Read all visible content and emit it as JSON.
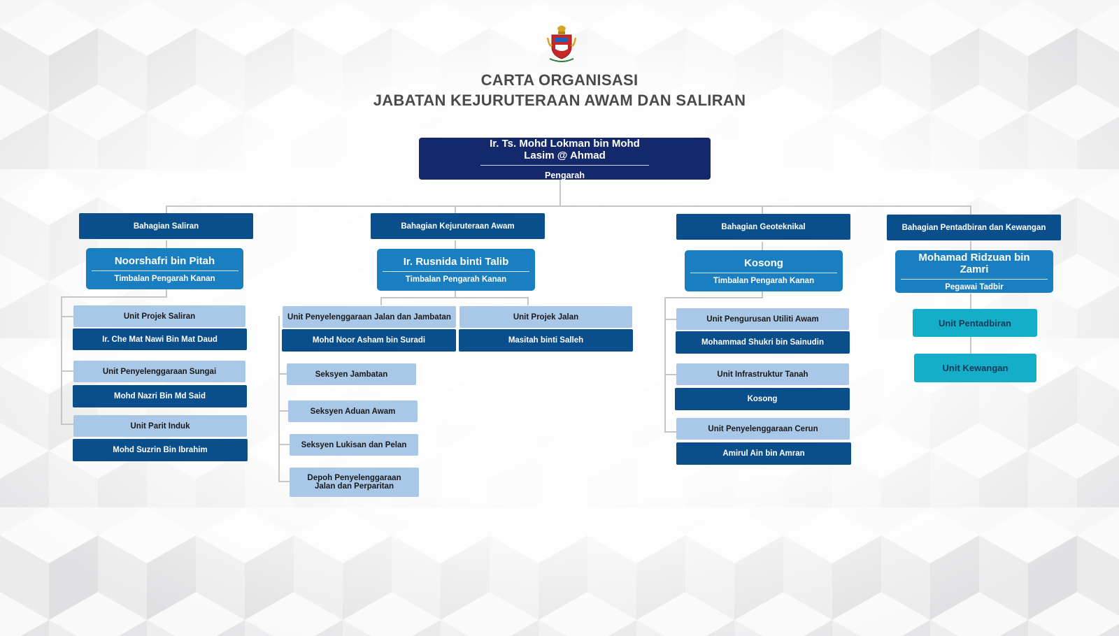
{
  "title": {
    "line1": "CARTA ORGANISASI",
    "line2": "JABATAN KEJURUTERAAN AWAM DAN SALIRAN"
  },
  "director": {
    "name": "Ir. Ts. Mohd Lokman bin Mohd Lasim @ Ahmad",
    "role": "Pengarah"
  },
  "divisions": {
    "saliran": {
      "label": "Bahagian Saliran",
      "head_name": "Noorshafri bin Pitah",
      "head_role": "Timbalan Pengarah Kanan",
      "units": [
        {
          "unit": "Unit Projek Saliran",
          "officer": "Ir. Che Mat Nawi Bin Mat Daud"
        },
        {
          "unit": "Unit Penyelenggaraan Sungai",
          "officer": "Mohd Nazri Bin Md Said"
        },
        {
          "unit": "Unit Parit Induk",
          "officer": "Mohd Suzrin Bin Ibrahim"
        }
      ]
    },
    "awam": {
      "label": "Bahagian Kejuruteraan Awam",
      "head_name": "Ir. Rusnida binti Talib",
      "head_role": "Timbalan Pengarah Kanan",
      "units": [
        {
          "unit": "Unit Penyelenggaraan Jalan dan Jambatan",
          "officer": "Mohd Noor Asham bin Suradi"
        },
        {
          "unit": "Unit Projek Jalan",
          "officer": "Masitah binti Salleh"
        }
      ],
      "sections": [
        "Seksyen Jambatan",
        "Seksyen Aduan Awam",
        "Seksyen Lukisan dan Pelan"
      ],
      "depot_line1": "Depoh Penyelenggaraan",
      "depot_line2": "Jalan dan Perparitan"
    },
    "geoteknikal": {
      "label": "Bahagian Geoteknikal",
      "head_name": "Kosong",
      "head_role": "Timbalan Pengarah Kanan",
      "units": [
        {
          "unit": "Unit Pengurusan Utiliti Awam",
          "officer": "Mohammad Shukri bin Sainudin"
        },
        {
          "unit": "Unit Infrastruktur Tanah",
          "officer": "Kosong"
        },
        {
          "unit": "Unit Penyelenggaraan Cerun",
          "officer": "Amirul Ain bin Amran"
        }
      ]
    },
    "pentadbiran": {
      "label": "Bahagian Pentadbiran dan Kewangan",
      "head_name": "Mohamad Ridzuan bin Zamri",
      "head_role": "Pegawai Tadbir",
      "units": [
        "Unit Pentadbiran",
        "Unit Kewangan"
      ]
    }
  },
  "colors": {
    "navy": "#14296b",
    "dark_blue": "#0a4f8c",
    "mid_blue": "#1a7fc0",
    "light_blue": "#a9c8e8",
    "cyan": "#14aecb",
    "connector": "#c6c6c6"
  },
  "icons": {
    "logo": "crest-logo-icon"
  }
}
